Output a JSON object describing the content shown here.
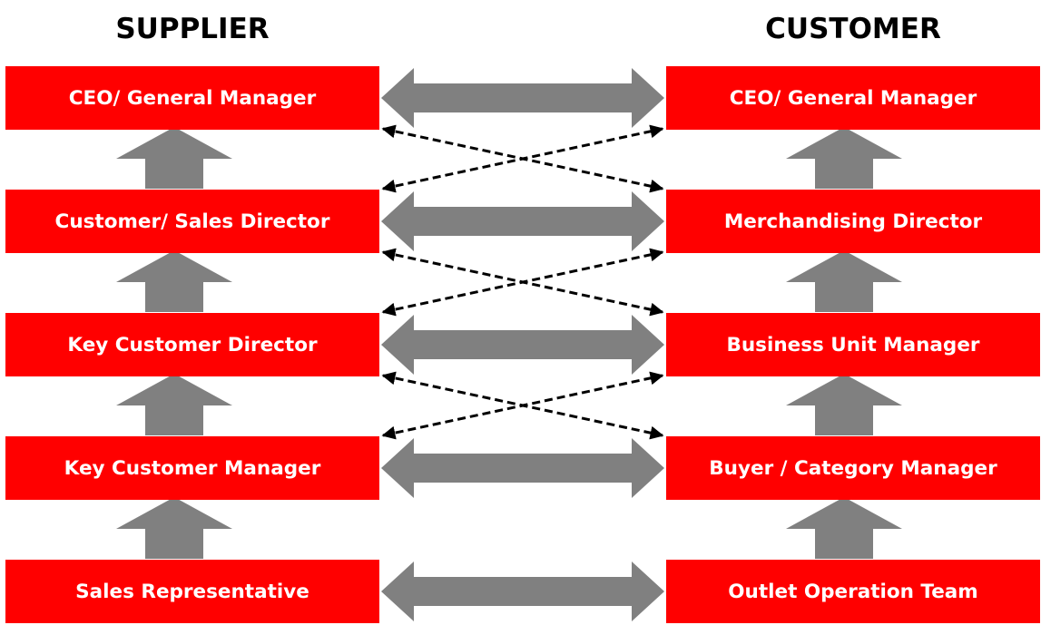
{
  "supplier": {
    "title": "SUPPLIER",
    "roles": [
      "CEO/ General Manager",
      "Customer/ Sales Director",
      "Key Customer Director",
      "Key Customer Manager",
      "Sales Representative"
    ]
  },
  "customer": {
    "title": "CUSTOMER",
    "roles": [
      "CEO/ General Manager",
      "Merchandising Director",
      "Business Unit Manager",
      "Buyer / Category Manager",
      "Outlet Operation Team"
    ]
  },
  "colors": {
    "box_fill": "#ff0000",
    "box_text": "#ffffff",
    "arrow_fill": "#808080",
    "dashed_line": "#000000"
  },
  "icons": {
    "hierarchy_arrow": "up-arrow-icon",
    "relationship_arrow": "double-arrow-icon"
  }
}
